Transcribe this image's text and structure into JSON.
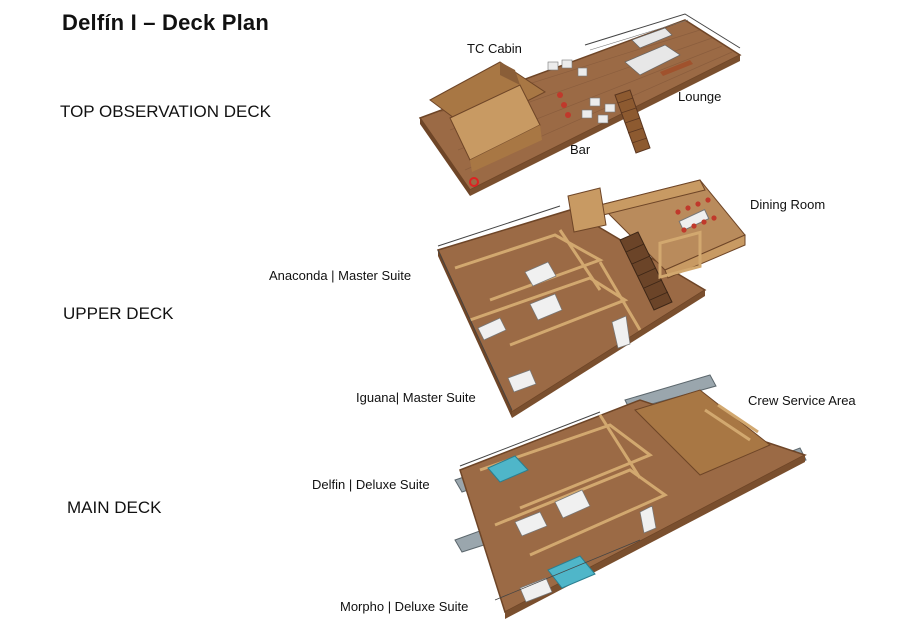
{
  "title": "Delfín I – Deck Plan",
  "decks": [
    {
      "name": "TOP OBSERVATION DECK",
      "areas": [
        "TC Cabin",
        "Lounge",
        "Bar"
      ]
    },
    {
      "name": "UPPER DECK",
      "areas": [
        "Dining Room",
        "Anaconda | Master Suite",
        "Iguana| Master Suite"
      ]
    },
    {
      "name": "MAIN DECK",
      "areas": [
        "Crew Service Area",
        "Delfin | Deluxe Suite",
        "Morpho | Deluxe Suite"
      ]
    }
  ],
  "colors": {
    "deck_wood": "#9b6a45",
    "deck_edge": "#6e4527",
    "wall": "#c89a63",
    "roof": "#a87744",
    "pool": "#4fb6c9",
    "hull": "#9aa6ad",
    "chair_red": "#c0392b"
  }
}
